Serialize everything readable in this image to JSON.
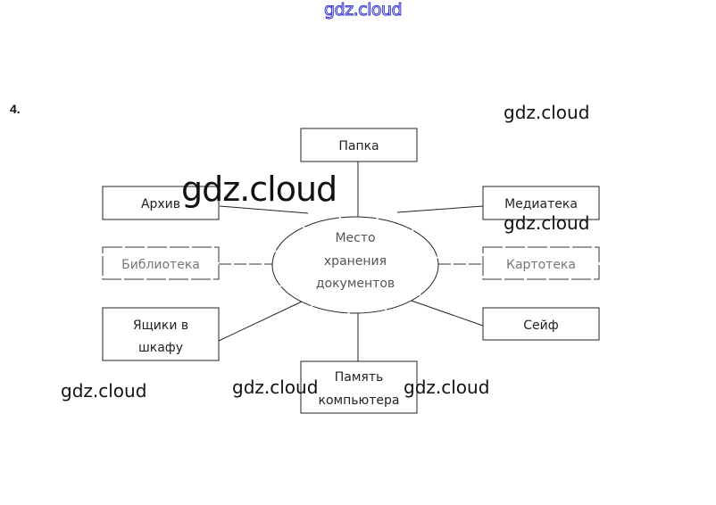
{
  "task_number": "4.",
  "center": {
    "lines": [
      "Место",
      "хранения",
      "документов"
    ]
  },
  "nodes": [
    {
      "id": "papka",
      "lines": [
        "Папка"
      ]
    },
    {
      "id": "arkhiv",
      "lines": [
        "Архив"
      ]
    },
    {
      "id": "mediateka",
      "lines": [
        "Медиатека"
      ]
    },
    {
      "id": "biblioteka",
      "lines": [
        "Библиотека"
      ]
    },
    {
      "id": "kartoteka",
      "lines": [
        "Картотека"
      ]
    },
    {
      "id": "yashchiki",
      "lines": [
        "Ящики в",
        "шкафу"
      ]
    },
    {
      "id": "seyf",
      "lines": [
        "Сейф"
      ]
    },
    {
      "id": "pamyat",
      "lines": [
        "Память",
        "компьютера"
      ]
    }
  ],
  "watermarks": {
    "top": "gdz.cloud",
    "top_right": "gdz.cloud",
    "large_center": "gdz.cloud",
    "under_mediateka": "gdz.cloud",
    "bottom_left": "gdz.cloud",
    "bottom_center_left": "gdz.cloud",
    "bottom_center_right": "gdz.cloud"
  },
  "colors": {
    "watermark_outline": "#3333cc",
    "line": "#222222"
  }
}
